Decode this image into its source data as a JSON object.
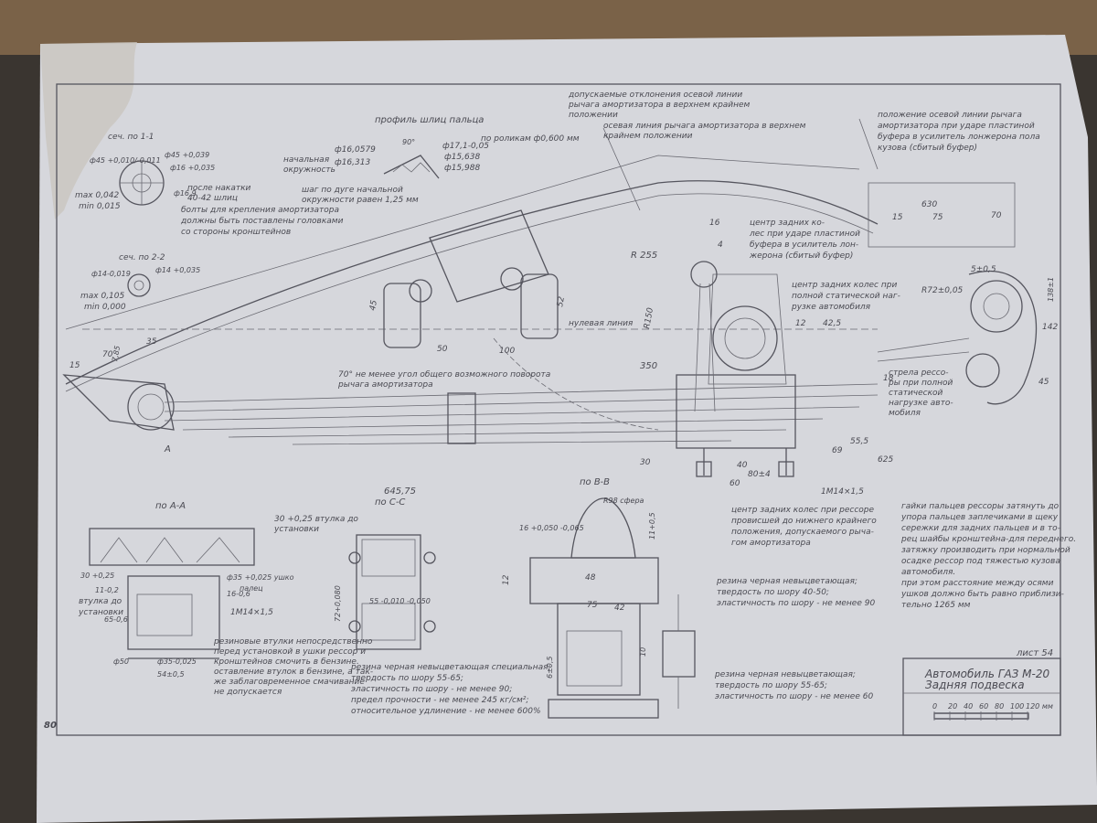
{
  "drawing": {
    "sheet_label": "лист 54",
    "title_line1": "Автомобиль ГАЗ М-20",
    "title_line2": "Задняя подвеска",
    "scale_ticks": [
      "0",
      "20",
      "40",
      "60",
      "80",
      "100",
      "120 мм"
    ],
    "page_number": "80"
  },
  "top_notes": {
    "axis_deviation": [
      "допускаемые отклонения осевой линии",
      "рычага амортизатора в верхнем крайнем",
      "положении"
    ],
    "axis_upper": [
      "осевая линия рычага амортизатора в верхнем",
      "крайнем положении"
    ],
    "axis_buffer": [
      "положение осевой линии рычага",
      "амортизатора при ударе пластиной",
      "буфера в усилитель лонжерона пола",
      "кузова (сбитый буфер)"
    ]
  },
  "section11": {
    "title": "сеч. по 1-1",
    "d1": "ф45 +0,010/-0,011",
    "d2": "ф45 +0,039",
    "d3": "ф16 +0,035",
    "d4": "ф16,9",
    "max": "max 0,042",
    "min": "min 0,015",
    "after_knurl": [
      "после накатки",
      "40-42 шлиц"
    ]
  },
  "bolts_note": [
    "болты для крепления амортизатора",
    "должны быть поставлены головками",
    "со стороны кронштейнов"
  ],
  "spline": {
    "title": "профиль шлиц пальца",
    "by_rollers": "по роликам ф0,600 мм",
    "angle": "90°",
    "d_a": "ф16,0579",
    "d_b": "ф16,313",
    "d_c": "ф17,1-0,05",
    "d_d": "ф15,638",
    "d_e": "ф15,988",
    "initial": [
      "начальная",
      "окружность"
    ],
    "pitch": [
      "шаг по дуге начальной",
      "окружности равен 1,25 мм"
    ]
  },
  "section22": {
    "title": "сеч. по 2-2",
    "d1": "ф14-0,019",
    "d2": "ф14 +0,035",
    "max": "max 0,105",
    "min": "min 0,000"
  },
  "main_notes": {
    "wheel_center_buffer": [
      "центр задних ко-",
      "лес при ударе пластиной",
      "буфера в усилитель лон-",
      "жерона (сбитый буфер)"
    ],
    "wheel_center_static": [
      "центр задних колес при",
      "полной статической наг-",
      "рузке автомобиля"
    ],
    "zero_line": "нулевая линия",
    "angle_note": [
      "70° не менее угол общего возможного поворота",
      "рычага амортизатора"
    ],
    "spring_arrow": [
      "стрела рессо-",
      "ры при полной",
      "статической",
      "нагрузке авто-",
      "мобиля"
    ],
    "wheel_center_sag": [
      "центр задних колес при рессоре",
      "провисшей до нижнего крайнего",
      "положения, допускаемого рыча-",
      "гом амортизатора"
    ]
  },
  "dims": {
    "r255": "R 255",
    "r150": "R150",
    "d350": "350",
    "d50": "50",
    "d100": "100",
    "d45": "45",
    "d52": "52",
    "d630": "630",
    "d15": "15",
    "d75": "75",
    "d70": "70",
    "d16": "16",
    "d4": "4",
    "d12": "12",
    "d425": "42,5",
    "d5": "5±0,5",
    "r72": "R72±0,05",
    "d1381": "138±1",
    "d142": "142",
    "d45b": "45",
    "d69": "69",
    "d555": "55,5",
    "d625": "625",
    "d30": "30",
    "d60": "60",
    "d40": "40",
    "d80": "80±4",
    "tm": "1М14×1,5",
    "d64575": "645,75",
    "d18": "18",
    "d70b": "70",
    "d35": "35",
    "d15b": "15",
    "d785": "7,85",
    "dA": "A"
  },
  "sections": {
    "aa": "по A-A",
    "bb": "по B-B",
    "cc": "по C-C"
  },
  "aa_view": {
    "sleeve": [
      "втулка до",
      "установки"
    ],
    "d30": "30 +0,25",
    "d11": "11-0,2",
    "d65": "65-0,6",
    "d35": "ф35 +0,025 ушко",
    "d16": "16-0,6",
    "finger": "палец",
    "tm": "1М14×1,5",
    "d50": "ф50",
    "d35b": "ф35-0,025",
    "d54": "54±0,5",
    "rubber_note": [
      "резиновые втулки непосредственно",
      "перед установкой в ушки рессор и",
      "кронштейнов смочить в бензине.",
      "оставление втулок в бензине, а так-",
      "же заблаговременное смачивание",
      "не допускается"
    ]
  },
  "cc_view": {
    "sleeve": [
      "30 +0,25 втулка до",
      "установки"
    ],
    "d72": "72+0,080",
    "d55": "55 -0,010 -0,050",
    "rubber": [
      "резина черная невыцветающая специальная;",
      "твердость по шору 55-65;",
      "эластичность по шору - не менее 90;",
      "предел прочности - не менее 245 кг/см²;",
      "относительное удлинение - не менее 600%"
    ]
  },
  "bb_view": {
    "sphere": "R98 сфера",
    "d16": "16 +0,050 -0,065",
    "d12": "12",
    "d48": "48",
    "d75": "75",
    "d42": "42",
    "d11": "11+0,5",
    "d6": "6±0,5",
    "d10": "10",
    "rubber1": [
      "резина черная невыцветающая;",
      "твердость по шору 40-50;",
      "эластичность по шору - не менее 90"
    ],
    "rubber2": [
      "резина черная невыцветающая;",
      "твердость по шору 55-65;",
      "эластичность по шору - не менее 60"
    ]
  },
  "right_note": [
    "гайки пальцев рессоры затянуть до",
    "упора пальцев заплечиками в щеку",
    "сережки для задних пальцев и в то-",
    "рец шайбы кронштейна-для переднего.",
    "затяжку производить при нормальной",
    "осадке рессор под тяжестью кузова",
    "автомобиля.",
    "при этом расстояние между осями",
    "ушков должно быть равно приблизи-",
    "тельно 1265 мм"
  ],
  "colors": {
    "paper": "#d9dade",
    "ink": "#4a4a55",
    "desk": "#3a3530",
    "wood": "#7a6248"
  }
}
